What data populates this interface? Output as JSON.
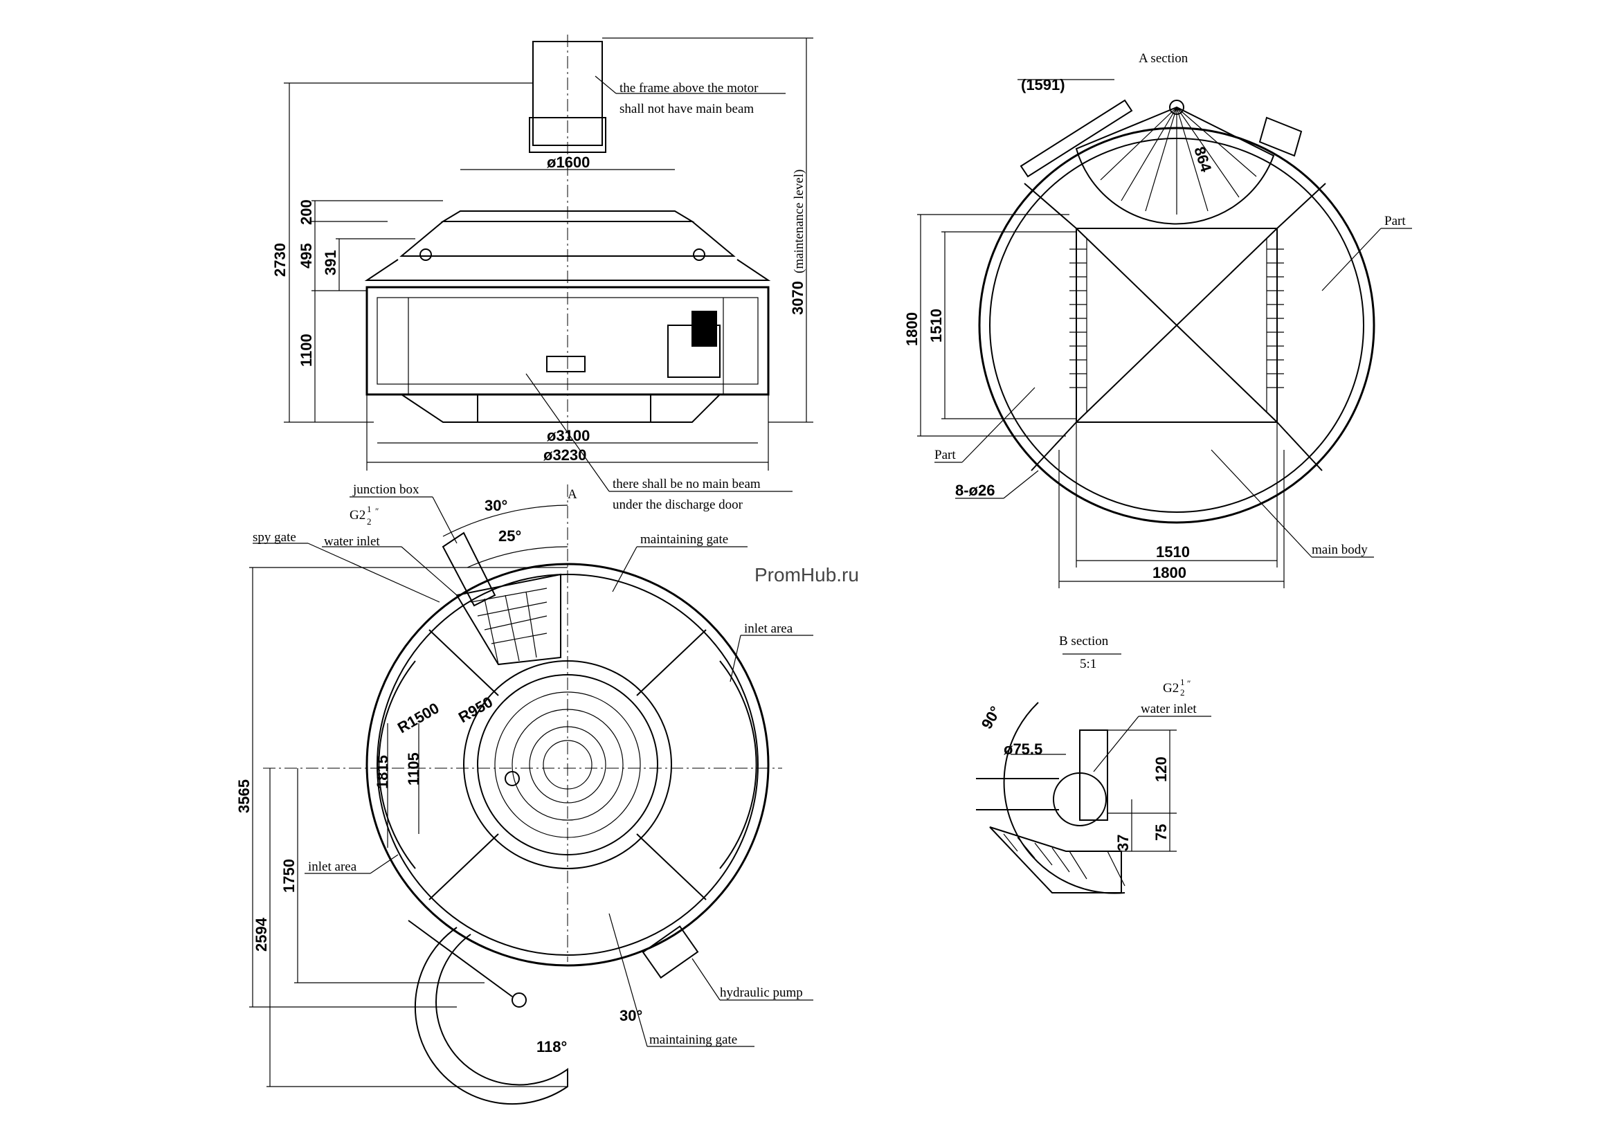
{
  "watermark": "PromHub.ru",
  "front_view": {
    "notes": {
      "frame_line1": "the frame above the motor",
      "frame_line2": "shall not have main beam",
      "door_line1": "there shall be no main beam",
      "door_line2": "under the discharge door"
    },
    "dims": {
      "d1600": "ø1600",
      "d3100": "ø3100",
      "d3230": "ø3230",
      "h2730": "2730",
      "h200": "200",
      "h495": "495",
      "h391": "391",
      "h1100": "1100",
      "h3070": "3070",
      "maint": "(maintenance level)"
    }
  },
  "plan_view": {
    "labels": {
      "junction_box": "junction box",
      "g2": "G2",
      "water_inlet": "water inlet",
      "spy_gate": "spy gate",
      "maintaining_gate_top": "maintaining gate",
      "inlet_area_right": "inlet area",
      "inlet_area_left": "inlet area",
      "hydraulic_pump": "hydraulic pump",
      "maintaining_gate_bottom": "maintaining gate",
      "section_marker": "A"
    },
    "dims": {
      "a30": "30°",
      "a25": "25°",
      "a118": "118°",
      "a30b": "30°",
      "r1500": "R1500",
      "r950": "R950",
      "d1815": "1815",
      "d1105": "1105",
      "d3565": "3565",
      "d1750": "1750",
      "d2594": "2594"
    }
  },
  "section_a": {
    "title": "A section",
    "labels": {
      "part_top": "Part",
      "part_left": "Part",
      "main_body": "main body"
    },
    "dims": {
      "d1591": "(1591)",
      "d864": "864",
      "d1800v": "1800",
      "d1510v": "1510",
      "holes": "8-ø26",
      "d1510h": "1510",
      "d1800h": "1800"
    }
  },
  "section_b": {
    "title": "B section",
    "scale": "5:1",
    "labels": {
      "g2": "G2",
      "water_inlet": "water inlet"
    },
    "dims": {
      "a90": "90°",
      "d75": "ø75.5",
      "d120": "120",
      "d75b": "75",
      "d37": "37"
    }
  }
}
